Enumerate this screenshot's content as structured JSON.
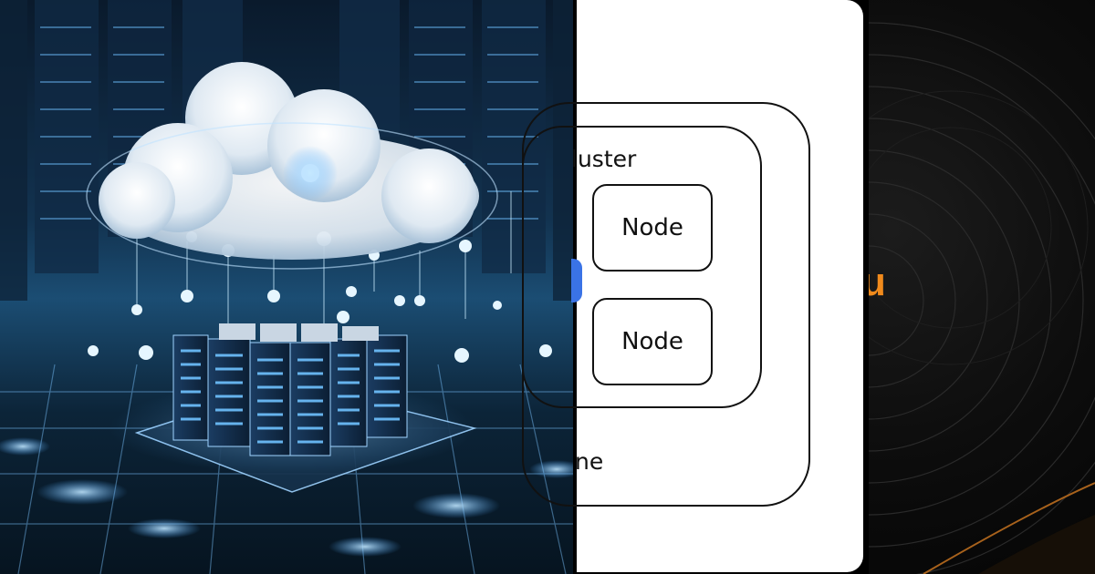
{
  "diagram": {
    "cluster_label": "luster",
    "outer_label": "ne",
    "nodes": [
      {
        "label": "Node"
      },
      {
        "label": "Node"
      }
    ]
  },
  "accent": {
    "orange_letter": "u",
    "orange": "#f08a1c",
    "blue": "#3a73e6"
  },
  "illustration": {
    "subject": "cloud-over-server-racks"
  }
}
